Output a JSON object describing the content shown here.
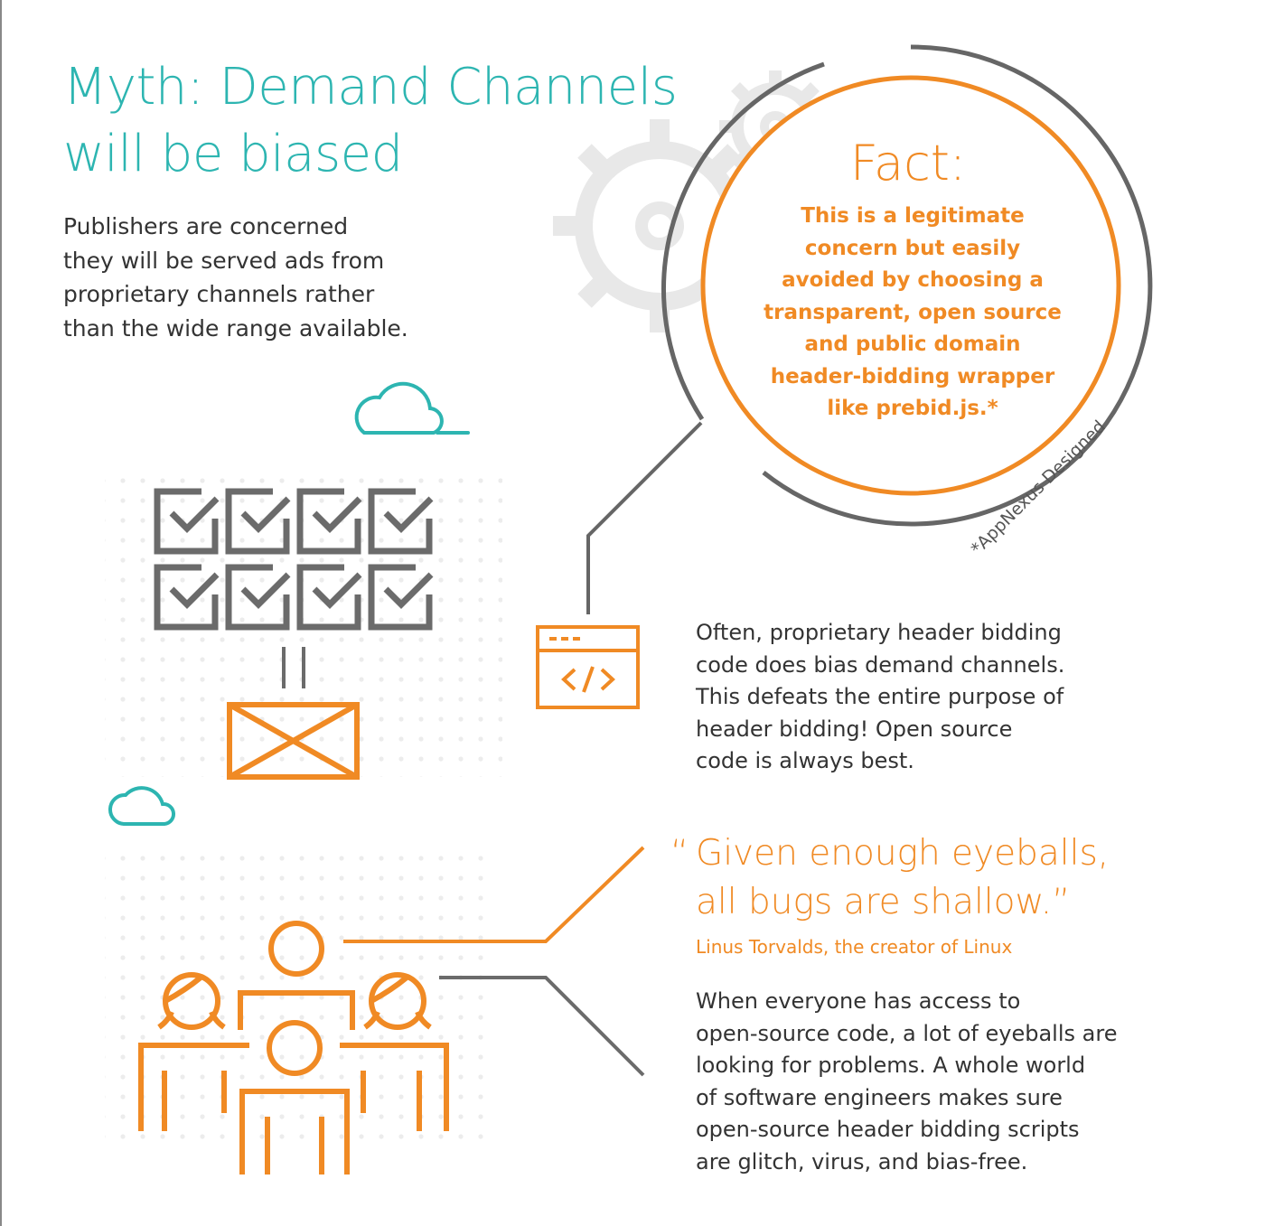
{
  "myth": {
    "title_lines": [
      "Myth: Demand Channels",
      "will be biased"
    ],
    "body_lines": [
      "Publishers are concerned",
      "they will be served ads from",
      "proprietary channels rather",
      "than the wide range available."
    ]
  },
  "fact": {
    "heading": "Fact:",
    "lines": [
      "This is a legitimate",
      "concern but easily",
      "avoided by choosing a",
      "transparent, open source",
      "and public domain",
      "header-bidding wrapper",
      "like prebid.js.*"
    ],
    "footnote": "*AppNexus Designed"
  },
  "proprietary": {
    "lines": [
      "Often, proprietary header bidding",
      "code does bias demand channels.",
      "This defeats the entire purpose of",
      "header bidding! Open source",
      "code is always best."
    ]
  },
  "quote": {
    "open_mark": "“",
    "lines": [
      "Given enough eyeballs,",
      "all bugs are shallow.”"
    ],
    "attribution": "Linus Torvalds, the creator of Linux"
  },
  "community": {
    "lines": [
      "When everyone has access to",
      "open-source code, a lot of eyeballs are",
      "looking for problems. A whole world",
      "of software engineers makes sure",
      "open-source header bidding scripts",
      "are glitch, virus, and bias-free."
    ]
  },
  "colors": {
    "teal": "#2db5b1",
    "orange": "#f08a24",
    "gray": "#666666",
    "light_gray": "#e6e6e6"
  },
  "icons": {
    "gears": "gears-icon",
    "clouds": "cloud-icon",
    "checkbox_grid": "checkbox-icon",
    "envelope": "envelope-icon",
    "code_window": "code-window-icon",
    "people": "people-icon"
  }
}
